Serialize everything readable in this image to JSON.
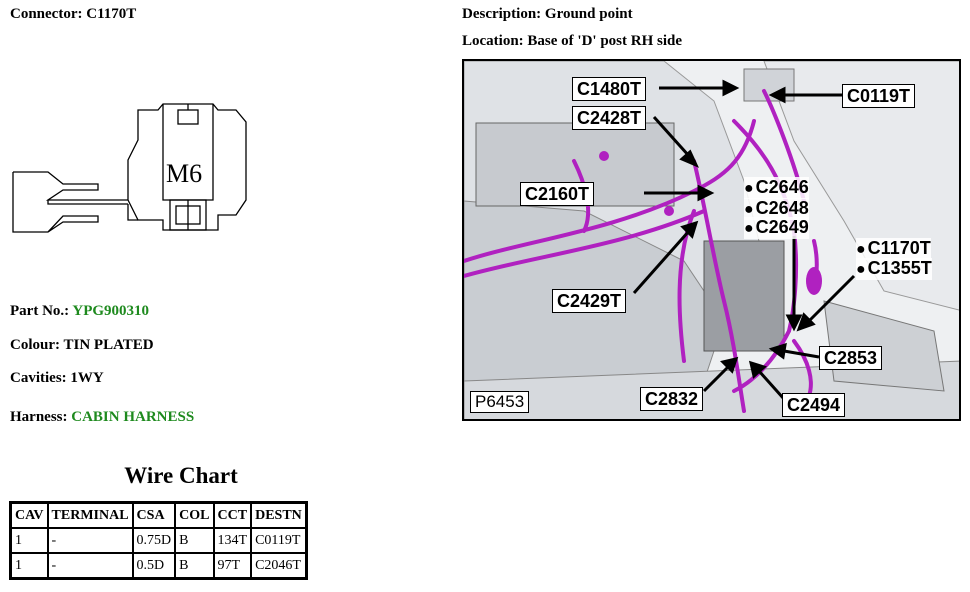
{
  "connector": {
    "label": "Connector:",
    "value": "C1170T"
  },
  "drawing": {
    "marking": "M6"
  },
  "part_no": {
    "label": "Part No.:",
    "value": "YPG900310"
  },
  "colour": {
    "label": "Colour:",
    "value": "TIN PLATED"
  },
  "cavities": {
    "label": "Cavities:",
    "value": "1WY"
  },
  "harness": {
    "label": "Harness:",
    "value": "CABIN HARNESS"
  },
  "description": {
    "label": "Description:",
    "value": "Ground point"
  },
  "location": {
    "label": "Location:",
    "value": "Base of 'D' post RH side"
  },
  "wire_chart": {
    "title": "Wire Chart",
    "headers": [
      "CAV",
      "TERMINAL",
      "CSA",
      "COL",
      "CCT",
      "DESTN"
    ],
    "rows": [
      [
        "1",
        "-",
        "0.75D",
        "B",
        "134T",
        "C0119T"
      ],
      [
        "1",
        "-",
        "0.5D",
        "B",
        "97T",
        "C2046T"
      ]
    ]
  },
  "photo": {
    "ref": "P6453",
    "callouts": {
      "c1480t": "C1480T",
      "c0119t": "C0119T",
      "c2428t": "C2428T",
      "c2160t": "C2160T",
      "c2646": "C2646",
      "c2648": "C2648",
      "c2649": "C2649",
      "c1170t": "C1170T",
      "c1355t": "C1355T",
      "c2429t": "C2429T",
      "c2853": "C2853",
      "c2832": "C2832",
      "c2494": "C2494"
    },
    "dot": "●"
  },
  "colors": {
    "value_green": "#1e8a1e",
    "wire_magenta": "#b021c0"
  }
}
